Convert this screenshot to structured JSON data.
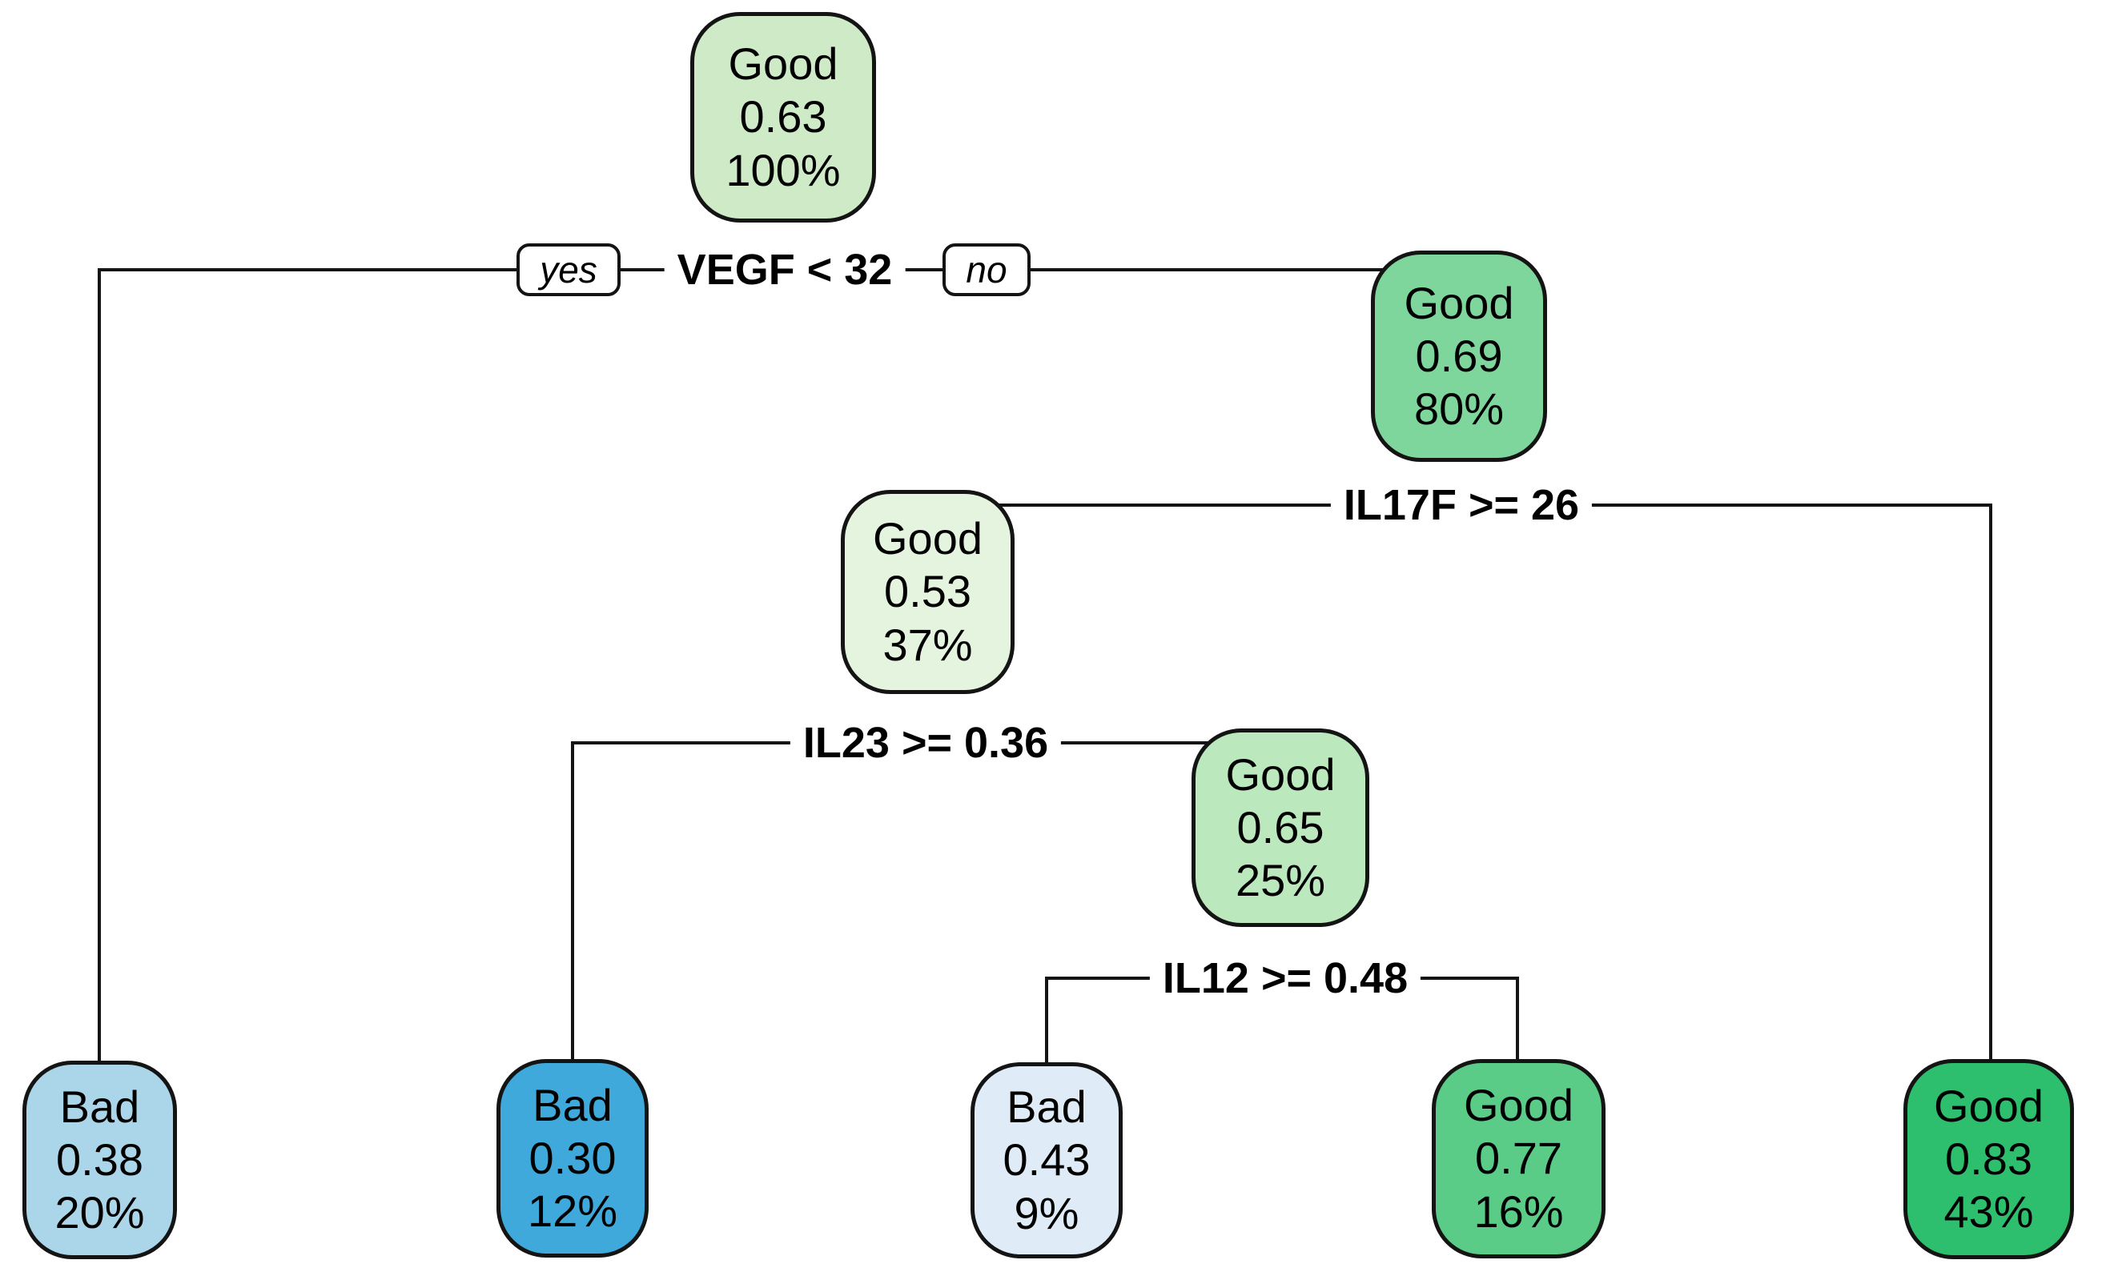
{
  "tree": {
    "kind": "decision-tree",
    "line_color": "#141414",
    "root_split": {
      "condition": "VEGF < 32",
      "yes_label": "yes",
      "no_label": "no"
    },
    "splits": {
      "il17f": {
        "condition": "IL17F >= 26"
      },
      "il23": {
        "condition": "IL23 >= 0.36"
      },
      "il12": {
        "condition": "IL12 >= 0.48"
      }
    },
    "nodes": {
      "root": {
        "class": "Good",
        "prob": "0.63",
        "pct": "100%",
        "color": "#cfeac7"
      },
      "good69": {
        "class": "Good",
        "prob": "0.69",
        "pct": "80%",
        "color": "#7fd69c"
      },
      "good53": {
        "class": "Good",
        "prob": "0.53",
        "pct": "37%",
        "color": "#e4f4df"
      },
      "good65": {
        "class": "Good",
        "prob": "0.65",
        "pct": "25%",
        "color": "#bce8bd"
      },
      "bad38": {
        "class": "Bad",
        "prob": "0.38",
        "pct": "20%",
        "color": "#abd5e9"
      },
      "bad30": {
        "class": "Bad",
        "prob": "0.30",
        "pct": "12%",
        "color": "#3ea9da"
      },
      "bad43": {
        "class": "Bad",
        "prob": "0.43",
        "pct": "9%",
        "color": "#dfecf8"
      },
      "good77": {
        "class": "Good",
        "prob": "0.77",
        "pct": "16%",
        "color": "#5acc88"
      },
      "good83": {
        "class": "Good",
        "prob": "0.83",
        "pct": "43%",
        "color": "#2ebf6e"
      }
    }
  }
}
